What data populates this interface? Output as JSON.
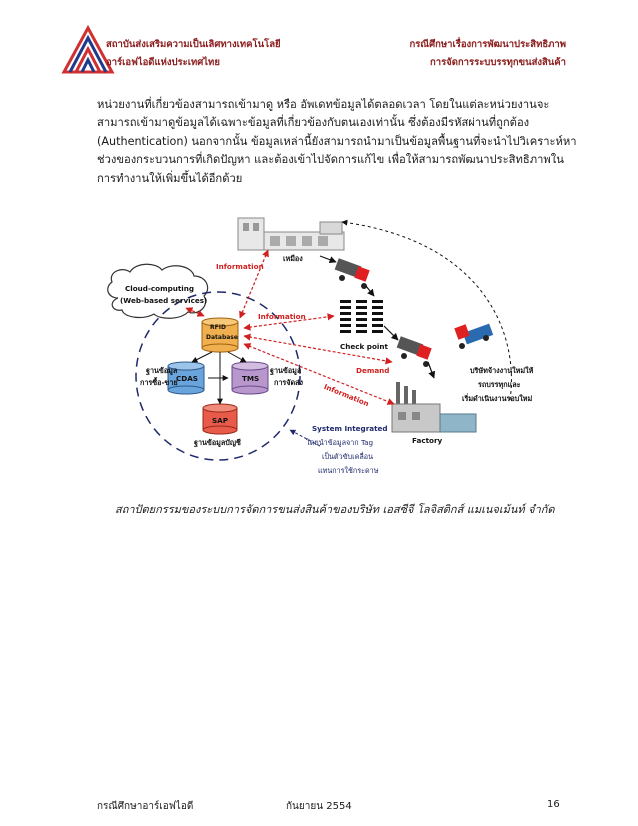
{
  "header": {
    "institute_line1": "สถาบันส่งเสริมความเป็นเลิศทางเทคโนโลยี",
    "institute_line2": "อาร์เอฟไอดีแห่งประเทศไทย",
    "case_line1": "กรณีศึกษาเรื่องการพัฒนาประสิทธิภาพ",
    "case_line2": "การจัดการระบบรรทุกขนส่งสินค้า"
  },
  "body": {
    "lines": [
      "หน่วยงานที่เกี่ยวข้องสามารถเข้ามาดู หรือ อัพเดทข้อมูลได้ตลอดเวลา โดยในแต่ละหน่วยงานจะ",
      "สามารถเข้ามาดูข้อมูลได้เฉพาะข้อมูลที่เกี่ยวข้องกับตนเองเท่านั้น ซึ่งต้องมีรหัสผ่านที่ถูกต้อง",
      "(Authentication)   นอกจากนั้น ข้อมูลเหล่านี้ยังสามารถนำมาเป็นข้อมูลพื้นฐานที่จะนำไปวิเคราะห์หา",
      "ช่วงของกระบวนการที่เกิดปัญหา และต้องเข้าไปจัดการแก้ไข เพื่อให้สามารถพัฒนาประสิทธิภาพใน",
      "การทำงานให้เพิ่มขึ้นได้อีกด้วย"
    ]
  },
  "diagram": {
    "mine_label": "เหมือง",
    "information_1": "Information",
    "information_2": "Information",
    "information_3": "Information",
    "demand": "Demand",
    "cloud_line1": "Cloud-computing",
    "cloud_line2": "(Web-based services)",
    "rfid_line1": "RFID",
    "rfid_line2": "Database",
    "cdas": "CDAS",
    "tms": "TMS",
    "sap": "SAP",
    "db_buysell_1": "ฐานข้อมูล",
    "db_buysell_2": "การซื้อ-ขาย",
    "db_dispatch_1": "ฐานข้อมูล",
    "db_dispatch_2": "การจัดส่ง",
    "db_account": "ฐานข้อมูลบัญชี",
    "checkpoint": "Check point",
    "factory": "Factory",
    "contractor_1": "บริษัทจ้างงานใหม่ให้",
    "contractor_2": "รถบรรทุกและ",
    "contractor_3": "เริ่มดำเนินงานรอบใหม่",
    "system_integrated": "System Integrated",
    "tag_1": "โดยนำข้อมูลจาก Tag",
    "tag_2": "เป็นตัวขับเคลื่อน",
    "tag_3": "แทนการใช้กระดาษ"
  },
  "caption": "สถาปัตยกรรมของระบบการจัดการขนส่งสินค้าของบริษัท เอสซีจี โลจิสติกส์ แมเนจเม้นท์ จำกัด",
  "footer": {
    "left": "กรณีศึกษาอาร์เอฟไอดี",
    "center": "กันยายน 2554",
    "page": "16"
  },
  "colors": {
    "header_text": "#8b1c1c",
    "accent_red": "#d02020",
    "logo_blue": "#1f3a8a",
    "dashed_navy": "#1f2a6b"
  }
}
